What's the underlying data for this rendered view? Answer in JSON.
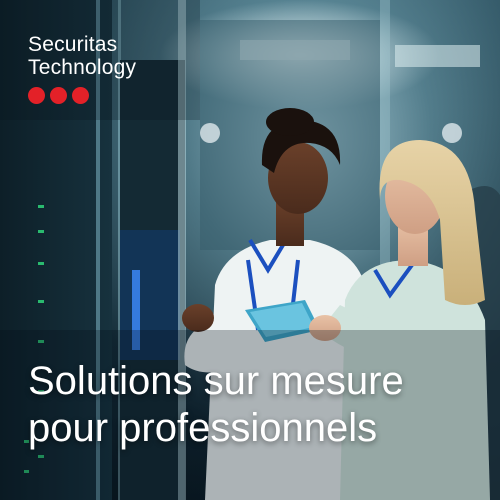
{
  "logo": {
    "line1": "Securitas",
    "line2": "Technology",
    "dot_color": "#e32128"
  },
  "headline": {
    "line1": "Solutions sur mesure",
    "line2": "pour professionnels"
  },
  "photo": {
    "subject": "two-women-in-server-room"
  }
}
